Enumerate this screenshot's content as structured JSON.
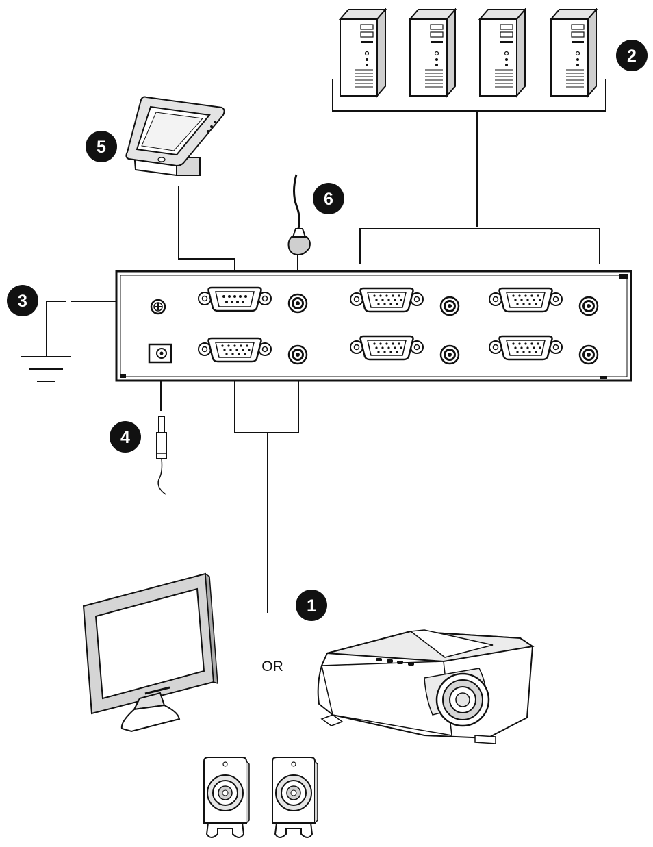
{
  "callouts": [
    {
      "id": "monitor-projector-speakers",
      "number": "1"
    },
    {
      "id": "computers",
      "number": "2"
    },
    {
      "id": "grounding",
      "number": "3"
    },
    {
      "id": "power-adapter",
      "number": "4"
    },
    {
      "id": "touch-screen",
      "number": "5"
    },
    {
      "id": "microphone",
      "number": "6"
    }
  ],
  "or_label": "OR",
  "colors": {
    "line": "#111111",
    "badge_fill": "#111111",
    "badge_text": "#ffffff",
    "device_fill": "#ffffff",
    "device_shade": "#d9d9d9"
  }
}
